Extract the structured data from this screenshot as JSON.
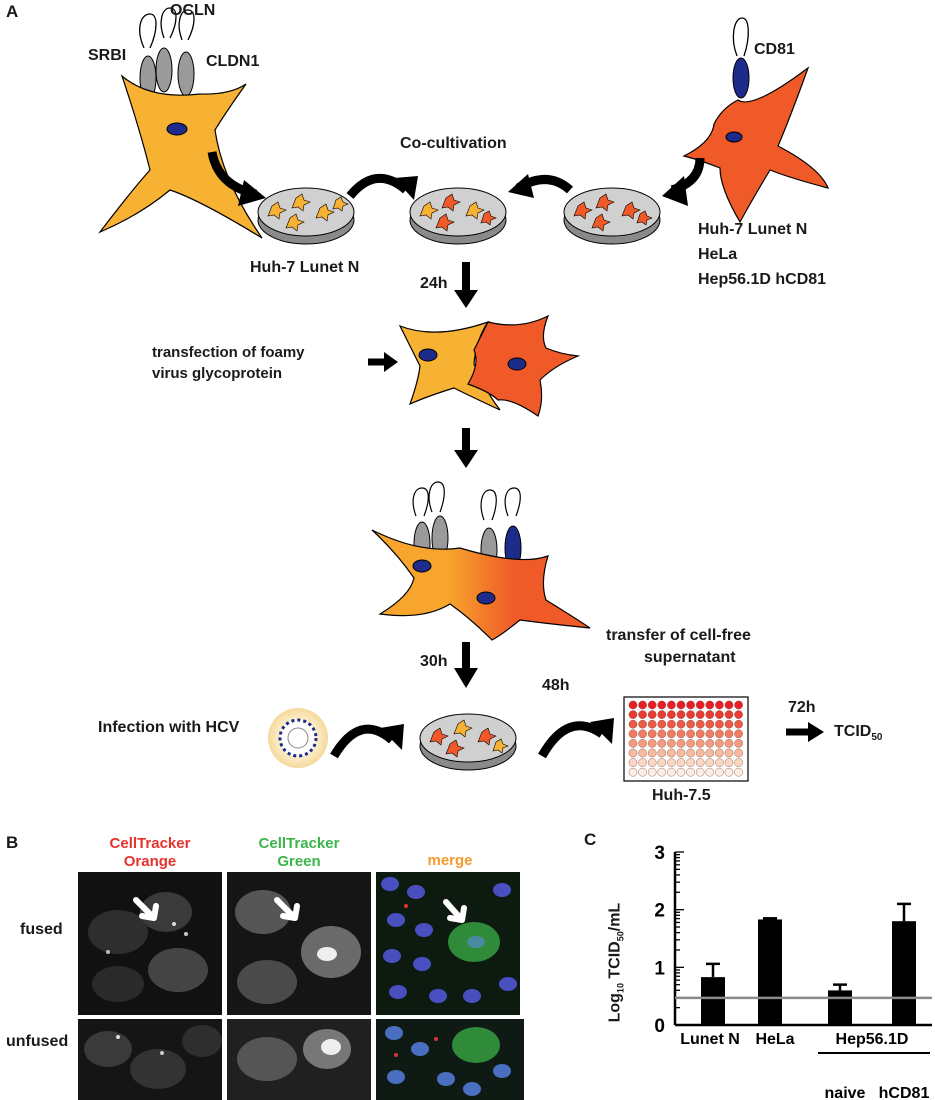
{
  "panel_labels": {
    "a": "A",
    "b": "B",
    "c": "C"
  },
  "panel_a": {
    "receptors_left": [
      "SRBI",
      "OCLN",
      "CLDN1"
    ],
    "receptor_right": "CD81",
    "cocultivation": "Co-cultivation",
    "dish_left_label": "Huh-7 Lunet N",
    "target_cells": [
      "Huh-7 Lunet N",
      "HeLa",
      "Hep56.1D hCD81"
    ],
    "time_24": "24h",
    "transfection": [
      "transfection of foamy",
      "virus glycoprotein"
    ],
    "time_30": "30h",
    "transfer": [
      "transfer of cell-free",
      "supernatant"
    ],
    "time_48": "48h",
    "infection": "Infection with HCV",
    "plate_label": "Huh-7.5",
    "time_72": "72h",
    "tcid": "TCID",
    "tcid_sub": "50",
    "colors": {
      "yellow_cell": "#f7b133",
      "orange_cell": "#f05a28",
      "receptor_grey": "#9a9a9a",
      "cd81_blue": "#1d2b8a"
    }
  },
  "panel_b": {
    "columns": [
      {
        "line1": "CellTracker",
        "line2": "Orange",
        "color": "#e8312b"
      },
      {
        "line1": "CellTracker",
        "line2": "Green",
        "color": "#3cb54a"
      },
      {
        "line1": "merge",
        "line2": "",
        "color": "#f59a2c"
      }
    ],
    "rows": [
      "fused",
      "unfused"
    ]
  },
  "chart_data": {
    "type": "bar",
    "categories": [
      "Lunet N",
      "HeLa",
      "naive",
      "hCD81"
    ],
    "group_label": "Hep56.1D",
    "values": [
      0.83,
      1.83,
      0.6,
      1.8
    ],
    "errors": [
      0.23,
      0.02,
      0.1,
      0.3
    ],
    "ylim": [
      0,
      3
    ],
    "yticks": [
      "0",
      "1",
      "2",
      "3"
    ],
    "ylabel_parts": {
      "a": "Log",
      "a_sub": "10",
      "b": " TCID",
      "b_sub": "50",
      "c": "/mL"
    },
    "detection_limit": 0.47,
    "bar_color": "#000000",
    "limit_color": "#8a8a8a"
  }
}
